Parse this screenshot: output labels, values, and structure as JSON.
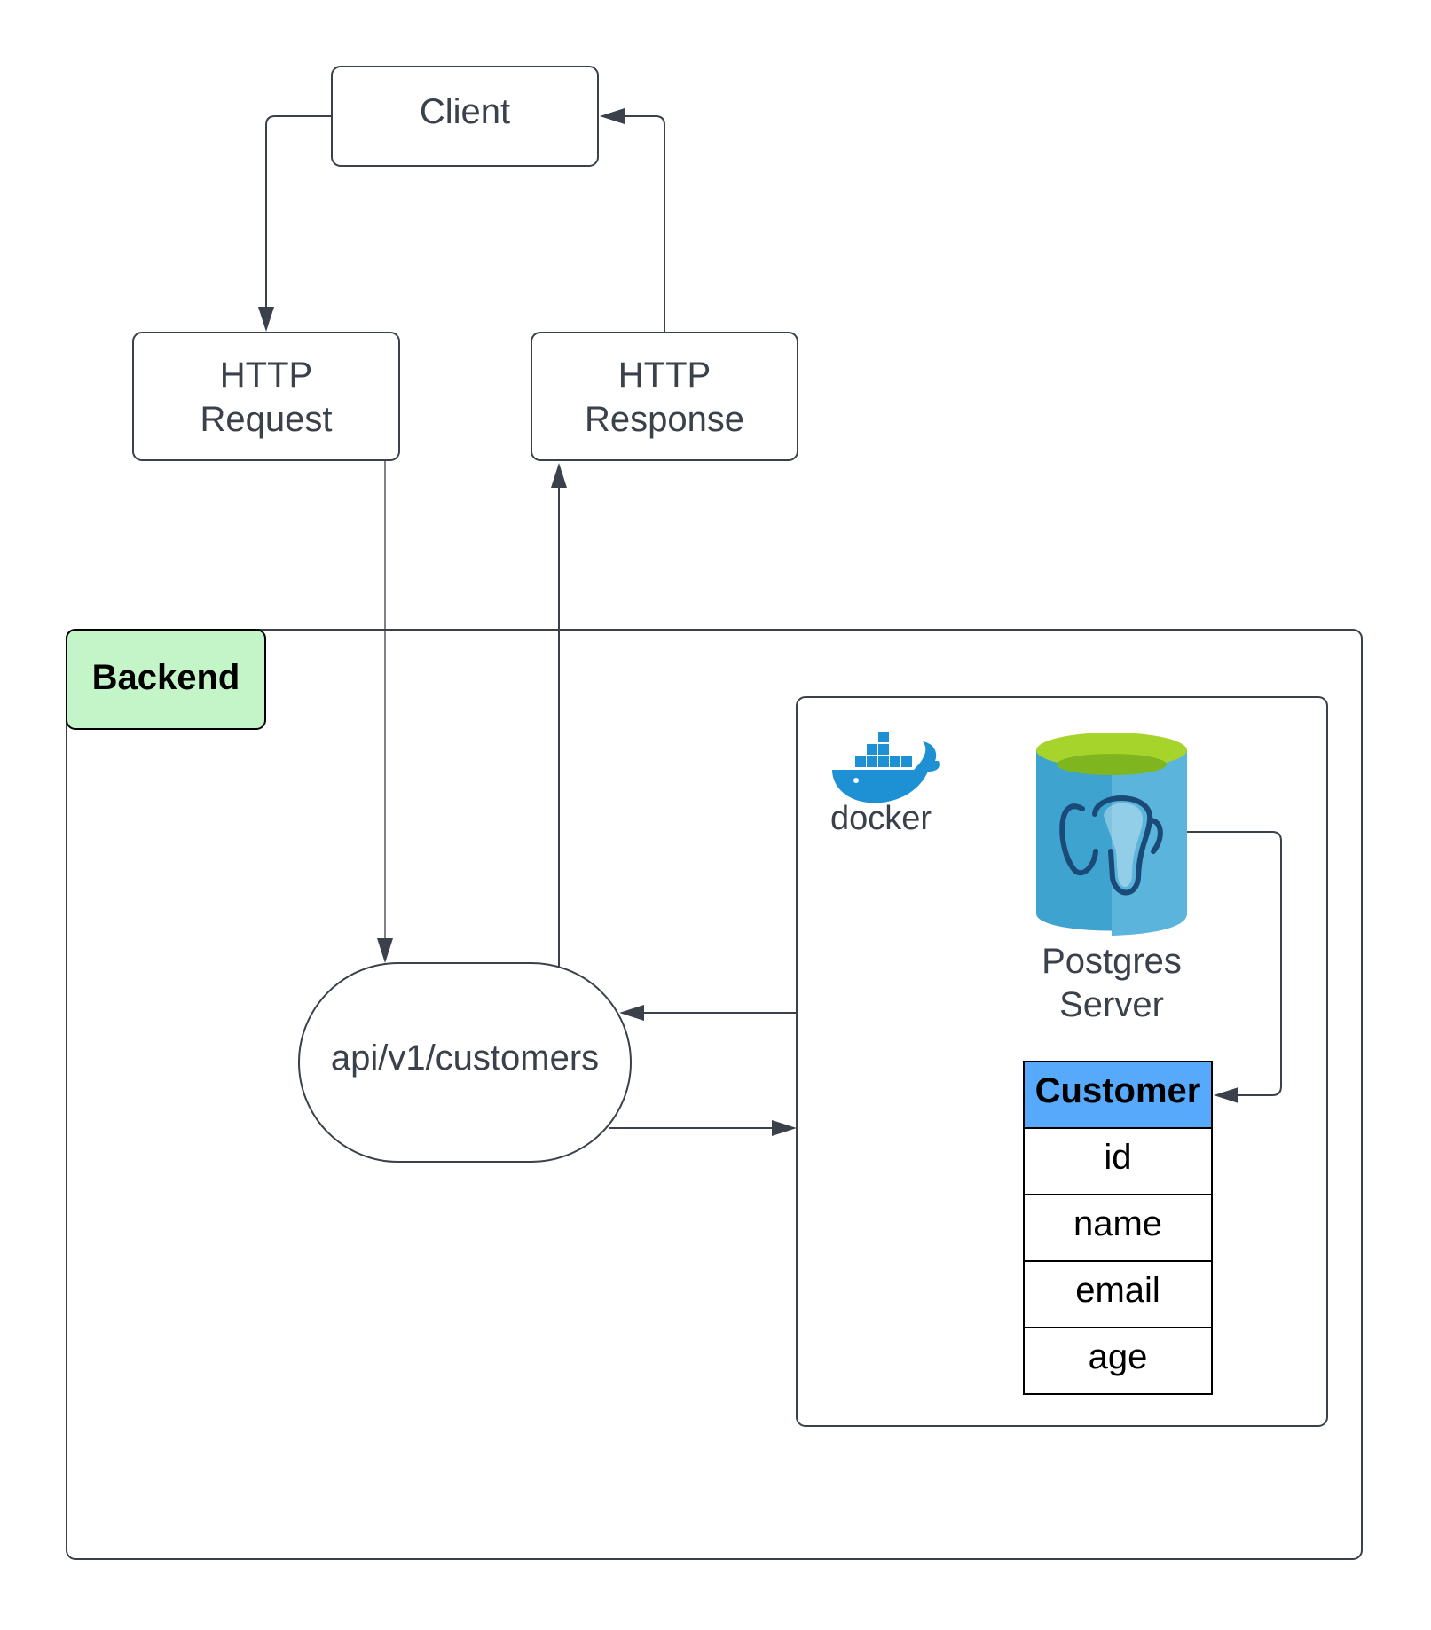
{
  "diagram": {
    "client": {
      "label": "Client"
    },
    "http_request": {
      "line1": "HTTP",
      "line2": "Request"
    },
    "http_response": {
      "line1": "HTTP",
      "line2": "Response"
    },
    "backend": {
      "label": "Backend",
      "fill": "#c4f5c9"
    },
    "endpoint": {
      "label": "api/v1/customers"
    },
    "docker": {
      "label": "docker",
      "icon": "docker-whale-icon",
      "color": "#1d91d4"
    },
    "postgres": {
      "line1": "Postgres",
      "line2": "Server",
      "icon": "postgres-database-icon",
      "cylinder_color": "#3fa3cf",
      "top_color": "#a6d42b"
    },
    "customer_table": {
      "title": "Customer",
      "header_color": "#56a9fb",
      "fields": [
        "id",
        "name",
        "email",
        "age"
      ]
    }
  },
  "colors": {
    "stroke": "#3a414a",
    "text": "#3a414a"
  }
}
